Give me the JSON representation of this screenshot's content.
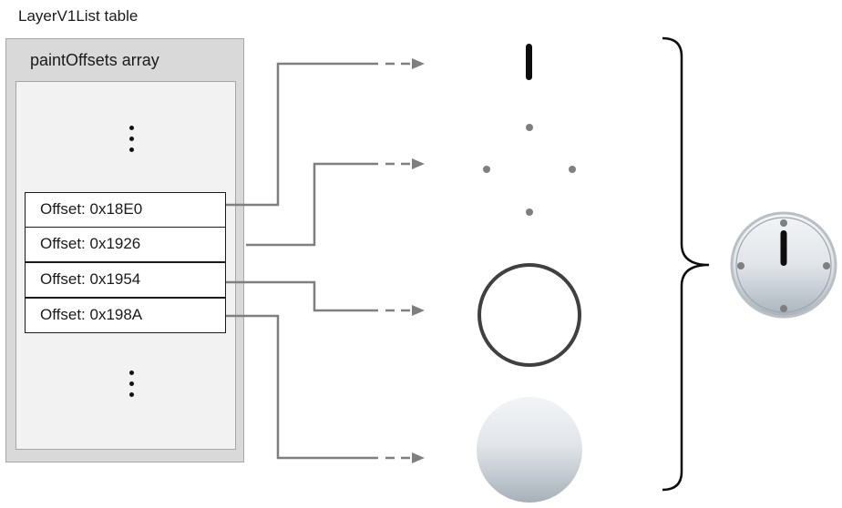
{
  "table_title": "LayerV1List table",
  "array_title": "paintOffsets array",
  "offsets": [
    "Offset: 0x18E0",
    "Offset: 0x1926",
    "Offset: 0x1954",
    "Offset: 0x198A"
  ],
  "colors": {
    "connector": "#7f7f7f",
    "box_border": "#a6a6a6",
    "outer_fill": "#d9d9d9",
    "inner_fill": "#f2f2f2"
  }
}
